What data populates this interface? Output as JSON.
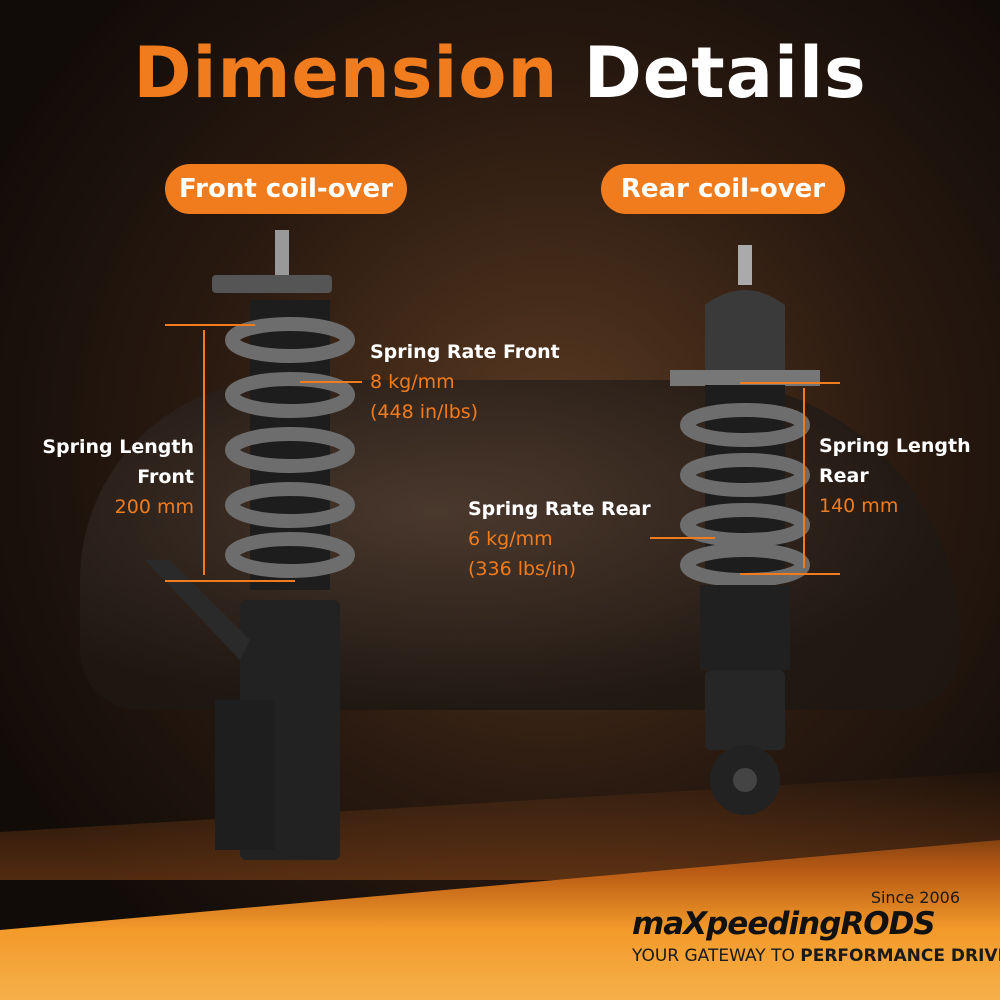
{
  "title": {
    "part1": "Dimension",
    "part2": "Details"
  },
  "front": {
    "label": "Front coil-over",
    "rate_title": "Spring Rate Front",
    "rate_metric": "8 kg/mm",
    "rate_imperial": "(448 in/lbs)",
    "length_title_1": "Spring Length",
    "length_title_2": "Front",
    "length_value": "200 mm"
  },
  "rear": {
    "label": "Rear coil-over",
    "rate_title": "Spring Rate Rear",
    "rate_metric": "6 kg/mm",
    "rate_imperial": "(336 lbs/in)",
    "length_title_1": "Spring Length",
    "length_title_2": "Rear",
    "length_value": "140 mm"
  },
  "logo": {
    "since": "Since 2006",
    "brand": "maXpeedingRODS",
    "tagline_1": "YOUR GATEWAY TO",
    "tagline_2": "PERFORMANCE DRIVING"
  },
  "colors": {
    "accent": "#f07c1e",
    "background": "#1a120c"
  }
}
